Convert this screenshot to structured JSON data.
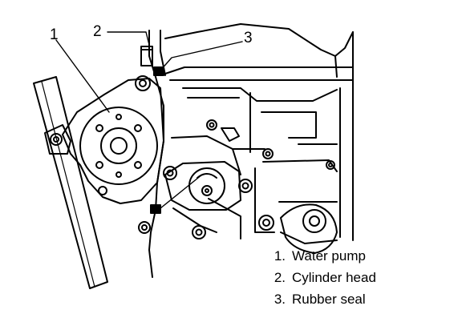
{
  "callouts": [
    {
      "id": "1",
      "label": "1"
    },
    {
      "id": "2",
      "label": "2"
    },
    {
      "id": "3",
      "label": "3"
    }
  ],
  "legend": [
    {
      "num": "1.",
      "text": "Water pump"
    },
    {
      "num": "2.",
      "text": "Cylinder head"
    },
    {
      "num": "3.",
      "text": "Rubber seal"
    }
  ],
  "colors": {
    "ink": "#000000",
    "paper": "#ffffff"
  }
}
